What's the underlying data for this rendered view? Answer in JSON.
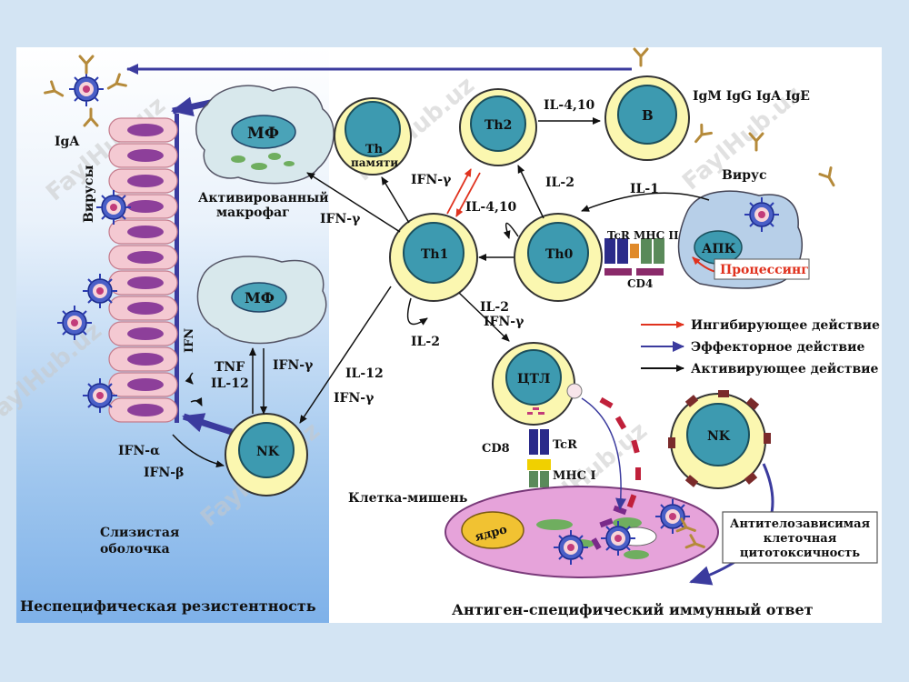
{
  "watermark": "FaylHub.uz",
  "cells": {
    "b": "B",
    "th2": "Th2",
    "th_memory_1": "Th",
    "th_memory_2": "памяти",
    "th1": "Th1",
    "th0": "Th0",
    "ctl": "ЦТЛ",
    "nk_left": "NK",
    "nk_right": "NK",
    "mf_top": "МФ",
    "mf_mid": "МФ",
    "apc": "АПК",
    "nucleus": "ядро"
  },
  "labels": {
    "immunoglobulins": "IgM IgG IgA IgE",
    "iga": "IgA",
    "viruses_vertical": "Вирусы",
    "virus": "Вирус",
    "activated_macrophage_1": "Активированный",
    "activated_macrophage_2": "макрофаг",
    "processing": "Процессинг",
    "tcr_mhc2": "TcR MHC II",
    "cd4": "CD4",
    "cd8": "CD8",
    "tcr": "TcR",
    "mhc1": "MHC I",
    "target_cell": "Клетка-мишень",
    "mucosa_1": "Слизистая",
    "mucosa_2": "оболочка",
    "ifn_vertical": "IFN",
    "adcc_1": "Антителозависимая",
    "adcc_2": "клеточная",
    "adcc_3": "цитотоксичность",
    "footer_left": "Неспецифическая резистентность",
    "footer_right": "Антиген-специфический иммунный ответ"
  },
  "cytokines": {
    "il_4_10_top": "IL-4,10",
    "il_4_10_mid": "IL-4,10",
    "il_2_th0_th2": "IL-2",
    "il_1": "IL-1",
    "ifn_g_th2": "IFN-γ",
    "ifn_g_mf": "IFN-γ",
    "il_2_self": "IL-2",
    "il_2_ctl": "IL-2",
    "ifn_g_ctl": "IFN-γ",
    "il_12_nk": "IL-12",
    "ifn_g_nk": "IFN-γ",
    "tnf": "TNF",
    "il_12_mf": "IL-12",
    "ifn_g_mf2": "IFN-γ",
    "ifn_a": "IFN-α",
    "ifn_b": "IFN-β"
  },
  "legend": [
    {
      "label": "Ингибирующее действие",
      "color": "#e0321e"
    },
    {
      "label": "Эффекторное действие",
      "color": "#3b3b9e"
    },
    {
      "label": "Активирующее действие",
      "color": "#111111"
    }
  ],
  "colors": {
    "cell_membrane": "#fbf7b0",
    "cell_nucleus": "#3d9ab0",
    "macrophage": "#d8e8ec",
    "epithelium": "#f4c9d2",
    "epithelium_nucleus": "#8d3f9a",
    "target_cell": "#e6a3da",
    "nucleus_yellow": "#f1c232",
    "effector_arrow": "#3b3b9e",
    "inhibit_arrow": "#e0321e"
  }
}
